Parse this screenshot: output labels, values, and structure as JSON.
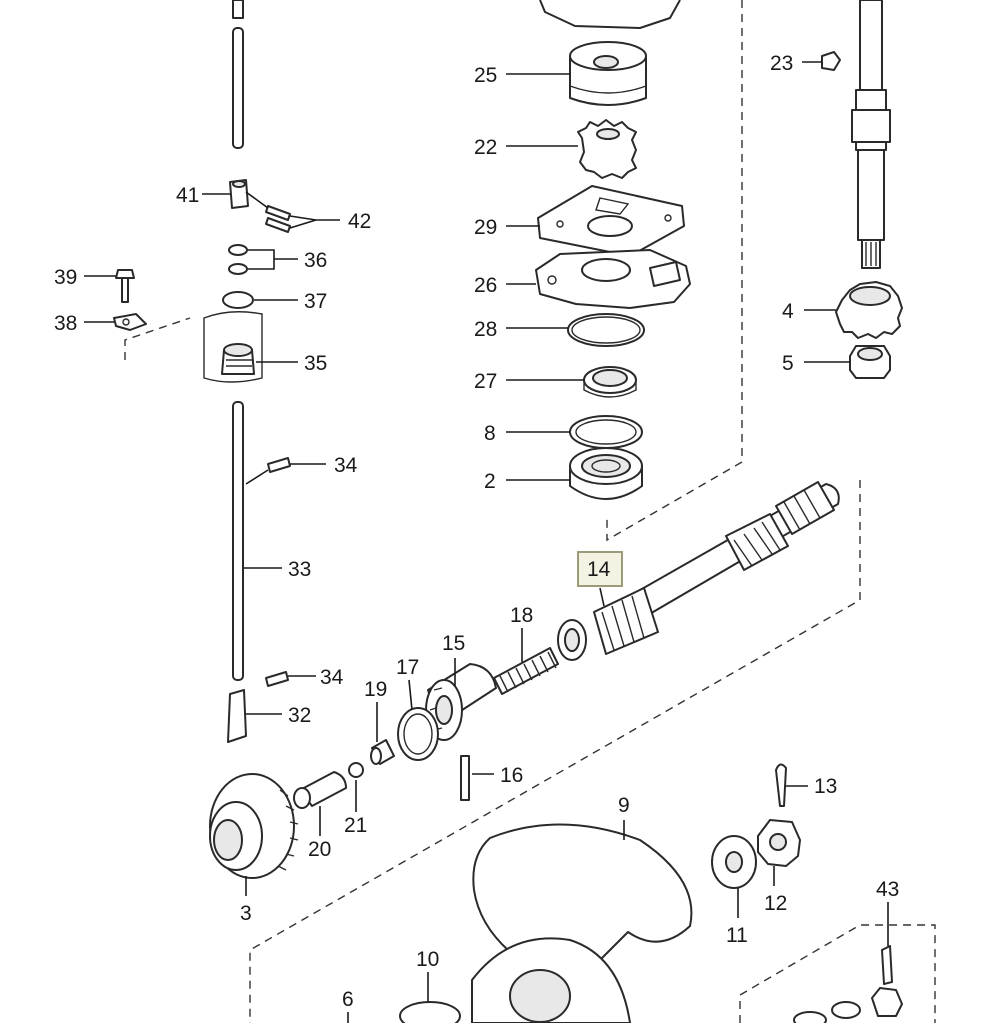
{
  "diagram": {
    "colors": {
      "ink": "#2a2a2a",
      "highlight_fill": "#f4f2e2",
      "highlight_border": "#9b9b7a"
    },
    "callouts": {
      "c25": "25",
      "c22": "22",
      "c29": "29",
      "c26": "26",
      "c28": "28",
      "c27": "27",
      "c8": "8",
      "c2": "2",
      "c14": "14",
      "c18": "18",
      "c15": "15",
      "c17": "17",
      "c19": "19",
      "c16": "16",
      "c21": "21",
      "c20": "20",
      "c3": "3",
      "c9": "9",
      "c13": "13",
      "c12": "12",
      "c11": "11",
      "c10": "10",
      "c6": "6",
      "c43": "43",
      "c23": "23",
      "c4": "4",
      "c5": "5",
      "c41": "41",
      "c42": "42",
      "c36": "36",
      "c37": "37",
      "c39": "39",
      "c38": "38",
      "c35": "35",
      "c34a": "34",
      "c33": "33",
      "c34b": "34",
      "c32": "32"
    },
    "highlighted_callout": "14"
  }
}
